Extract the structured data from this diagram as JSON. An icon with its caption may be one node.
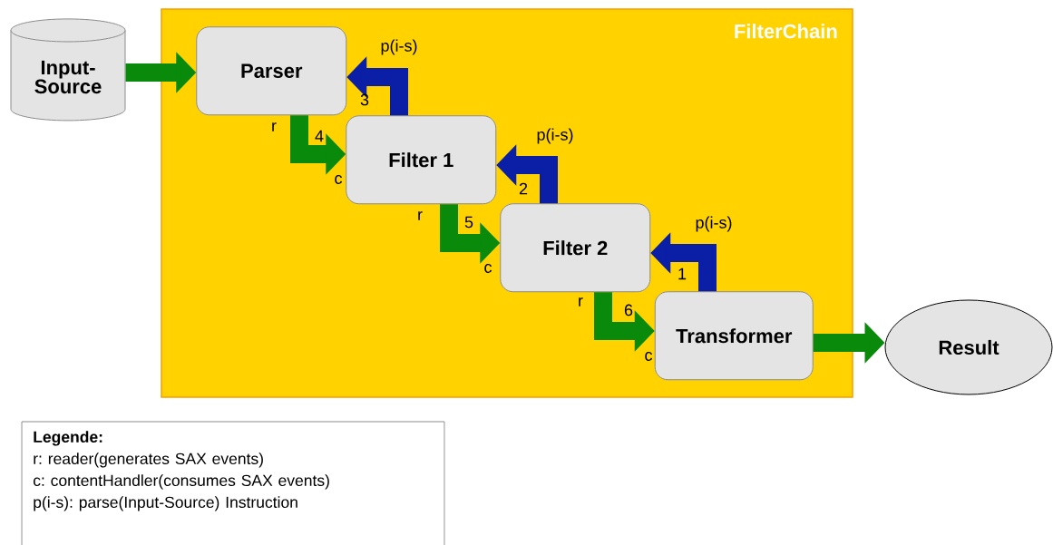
{
  "diagram": {
    "nodes": [
      {
        "text": [
          "FilterChain"
        ]
      },
      {
        "text": [
          "Input-Source"
        ]
      },
      {
        "text": [
          "Parser"
        ],
        "in": 0
      },
      {
        "text": [
          "Filter 1"
        ],
        "in": 0
      },
      {
        "text": [
          "Filter 2"
        ],
        "in": 0
      },
      {
        "text": [
          "Transformer"
        ],
        "in": 0
      },
      {
        "text": [
          "Result"
        ]
      },
      {
        "text": [
          "Legende:",
          "r: reader(generates SAX events)",
          "c: contentHandler(consumes SAX events)",
          "p(i-s): parse(Input-Source) Instruction"
        ]
      }
    ],
    "edges": [
      {
        "from": 1,
        "to": 2,
        "arrow": "to"
      },
      {
        "from": 3,
        "to": 2,
        "arrow": "to",
        "color": "#0a1fa6",
        "label": "3"
      },
      {
        "from": 2,
        "to": 3,
        "arrow": "to",
        "label": "4"
      },
      {
        "from": 4,
        "to": 3,
        "arrow": "to",
        "color": "#0a1fa6",
        "label": "2"
      },
      {
        "from": 3,
        "to": 4,
        "arrow": "to",
        "label": "5"
      },
      {
        "from": 5,
        "to": 4,
        "arrow": "to",
        "color": "#0a1fa6",
        "label": "1"
      },
      {
        "from": 4,
        "to": 5,
        "arrow": "to",
        "label": "6"
      },
      {
        "from": 5,
        "to": 6,
        "arrow": "to"
      }
    ],
    "labels": [
      "p(i-s)",
      "r",
      "c",
      "p(i-s)",
      "r",
      "c",
      "p(i-s)",
      "r",
      "c"
    ]
  }
}
